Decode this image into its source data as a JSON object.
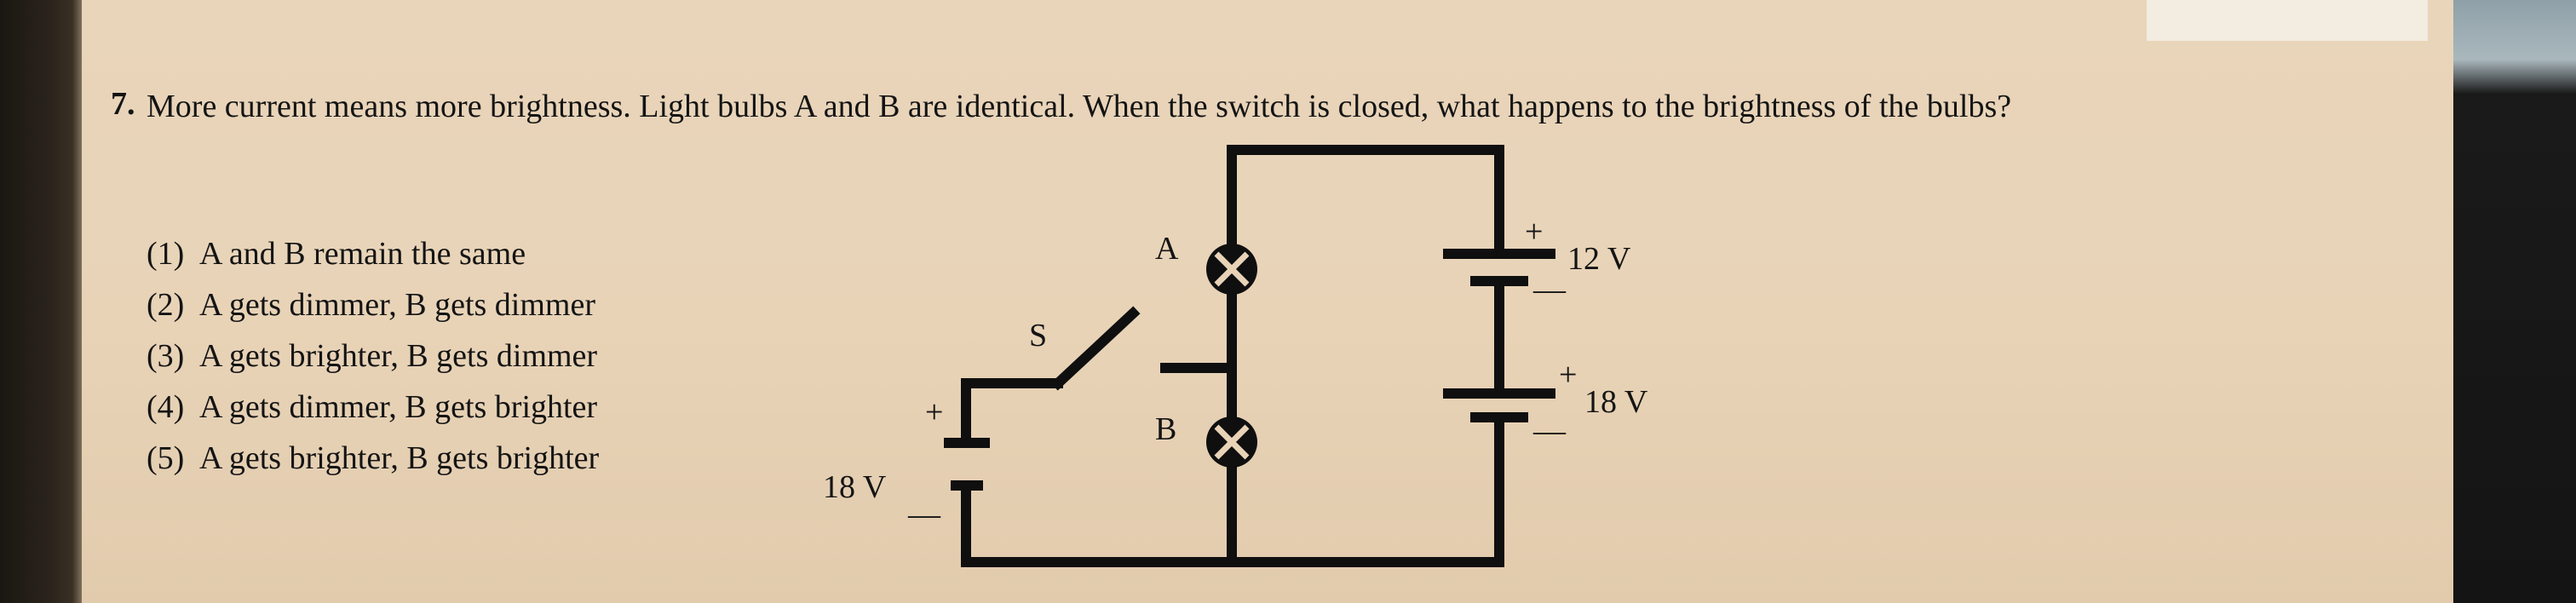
{
  "question": {
    "number": "7.",
    "text": "More current means more brightness. Light bulbs A and B are identical. When the switch is closed, what happens to the brightness of the bulbs?"
  },
  "options": [
    {
      "num": "(1)",
      "text": "A and B remain the same"
    },
    {
      "num": "(2)",
      "text": "A gets dimmer, B gets dimmer"
    },
    {
      "num": "(3)",
      "text": "A gets brighter, B gets dimmer"
    },
    {
      "num": "(4)",
      "text": "A gets dimmer, B gets brighter"
    },
    {
      "num": "(5)",
      "text": "A gets brighter, B gets brighter"
    }
  ],
  "circuit": {
    "bulb_a_label": "A",
    "bulb_b_label": "B",
    "switch_label": "S",
    "left_battery": {
      "voltage": "18 V",
      "plus": "+",
      "minus": "—"
    },
    "right_top_battery": {
      "voltage": "12 V",
      "plus": "+",
      "minus": "—"
    },
    "right_bottom_battery": {
      "voltage": "18 V",
      "plus": "+",
      "minus": "—"
    }
  }
}
